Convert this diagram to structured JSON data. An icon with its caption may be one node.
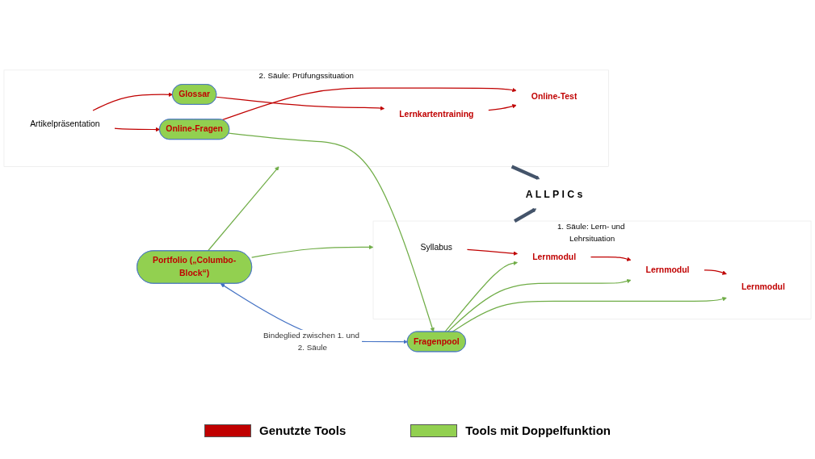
{
  "diagram": {
    "nodes": [
      {
        "text": [
          "1. Säule: Lern- und Lehrsituation"
        ]
      },
      {
        "text": [
          "Syllabus"
        ],
        "in": 0
      },
      {
        "text": [
          "Lernmodul"
        ],
        "in": 0
      },
      {
        "text": [
          "Lernmodul"
        ],
        "in": 0
      },
      {
        "text": [
          "Lernmodul"
        ],
        "in": 0
      },
      {
        "text": [
          "Portfolio („Columbo-Block“)"
        ]
      },
      {
        "text": [
          "Fragenpool"
        ]
      },
      {
        "text": [
          "2. Säule: Prüfungssituation"
        ]
      },
      {
        "text": [
          "Lernkartentraining"
        ],
        "in": 7
      },
      {
        "text": [
          "Online-Test"
        ],
        "in": 7
      },
      {
        "text": [
          "Online-Fragen"
        ],
        "in": 7
      },
      {
        "text": [
          "Glossar"
        ],
        "in": 7
      },
      {
        "text": [
          "Artikelpräsentation"
        ],
        "in": 7
      },
      {
        "text": [
          "A L L P I C s"
        ]
      }
    ],
    "edges": [
      {
        "from": 1,
        "to": 2,
        "arrow": "to"
      },
      {
        "from": 2,
        "to": 3,
        "arrow": "to"
      },
      {
        "from": 3,
        "to": 4,
        "arrow": "to"
      },
      {
        "from": 6,
        "to": 2,
        "arrow": "to",
        "color": "#70ad47"
      },
      {
        "from": 6,
        "to": 3,
        "arrow": "to",
        "color": "#70ad47"
      },
      {
        "from": 6,
        "to": 4,
        "arrow": "to",
        "color": "#70ad47"
      },
      {
        "from": 5,
        "to": 0,
        "arrow": "to",
        "color": "#70ad47"
      },
      {
        "from": 5,
        "to": 7,
        "arrow": "to",
        "color": "#70ad47"
      },
      {
        "from": 5,
        "to": 6,
        "arrow": "both",
        "label": "Bindeglied zwischen 1. und 2. Säule",
        "color": "#4472c4"
      },
      {
        "from": 10,
        "to": 6,
        "arrow": "to",
        "color": "#70ad47"
      },
      {
        "from": 10,
        "to": 9,
        "arrow": "to"
      },
      {
        "from": 8,
        "to": 9,
        "arrow": "to"
      },
      {
        "from": 11,
        "to": 8,
        "arrow": "to"
      },
      {
        "from": 12,
        "to": 11,
        "arrow": "to"
      },
      {
        "from": 12,
        "to": 10,
        "arrow": "to"
      },
      {
        "from": 0,
        "to": 13,
        "arrow": "to",
        "style": "thick",
        "color": "#44546a"
      },
      {
        "from": 7,
        "to": 13,
        "arrow": "to",
        "style": "thick",
        "color": "#44546a"
      }
    ],
    "legend": [
      {
        "text": "Genutzte Tools",
        "color": "#c00000"
      },
      {
        "text": "Tools mit Doppelfunktion",
        "color": "#92d050"
      }
    ]
  }
}
